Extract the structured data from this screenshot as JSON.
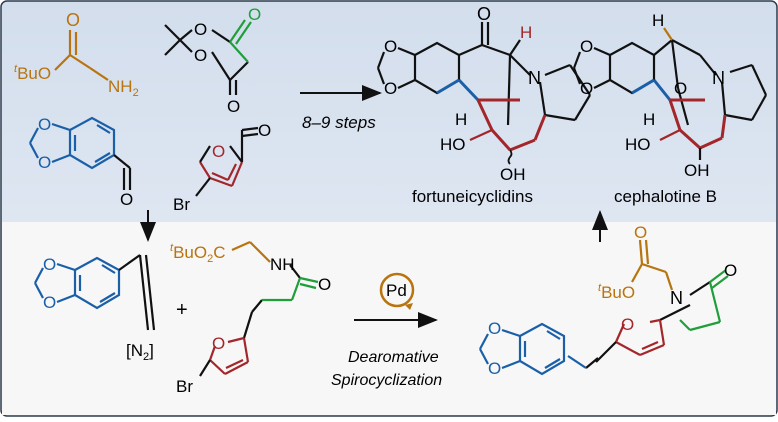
{
  "colors": {
    "background_top": "#dde6f2",
    "background_bottom": "#f7f7f7",
    "border": "#2d3b4f",
    "black": "#111111",
    "blue": "#1a5fa8",
    "red": "#a3262a",
    "orange": "#b8740f",
    "green": "#1f9e3a"
  },
  "starting_materials": {
    "glycine_ester": {
      "tBuO": "BuO",
      "t_prefix": "t",
      "amine": "NH",
      "amine_sub": "2"
    },
    "meldrum": {
      "o1": "O",
      "o2": "O",
      "o3": "O",
      "o4": "O"
    },
    "piperonal": {
      "o1": "O",
      "o2": "O",
      "carbonyl_o": "O"
    },
    "bromofurfural": {
      "ring_o": "O",
      "carbonyl_o": "O",
      "br": "Br"
    }
  },
  "route_top": {
    "steps_label": "8–9 steps"
  },
  "products": {
    "fortuneicyclidins": {
      "name": "fortuneicyclidins",
      "o1": "O",
      "o2": "O",
      "ketone_o": "O",
      "n": "N",
      "h1": "H",
      "h2": "H",
      "ho": "HO",
      "oh": "OH"
    },
    "cephalotine_b": {
      "name": "cephalotine B",
      "o1": "O",
      "o2": "O",
      "bridge_o": "O",
      "n": "N",
      "h1": "H",
      "h2": "H",
      "ho": "HO",
      "oh": "OH"
    }
  },
  "intermediates": {
    "diazo": {
      "o1": "O",
      "o2": "O",
      "diazo": "[N",
      "diazo_sub": "2",
      "diazo_close": "]"
    },
    "plus": "+",
    "furan_amide": {
      "t_prefix": "t",
      "ester": "BuO",
      "ester_sub": "2",
      "ester_c": "C",
      "nh": "NH",
      "amide_o": "O",
      "ring_o": "O",
      "br": "Br"
    }
  },
  "catalysis": {
    "catalyst": "Pd",
    "label_line1": "Dearomative",
    "label_line2": "Spirocyclization"
  },
  "spiro_product": {
    "t_prefix": "t",
    "ester": "BuO",
    "ester_o": "O",
    "n": "N",
    "lactam_o": "O",
    "ring_o": "O",
    "o1": "O",
    "o2": "O"
  }
}
